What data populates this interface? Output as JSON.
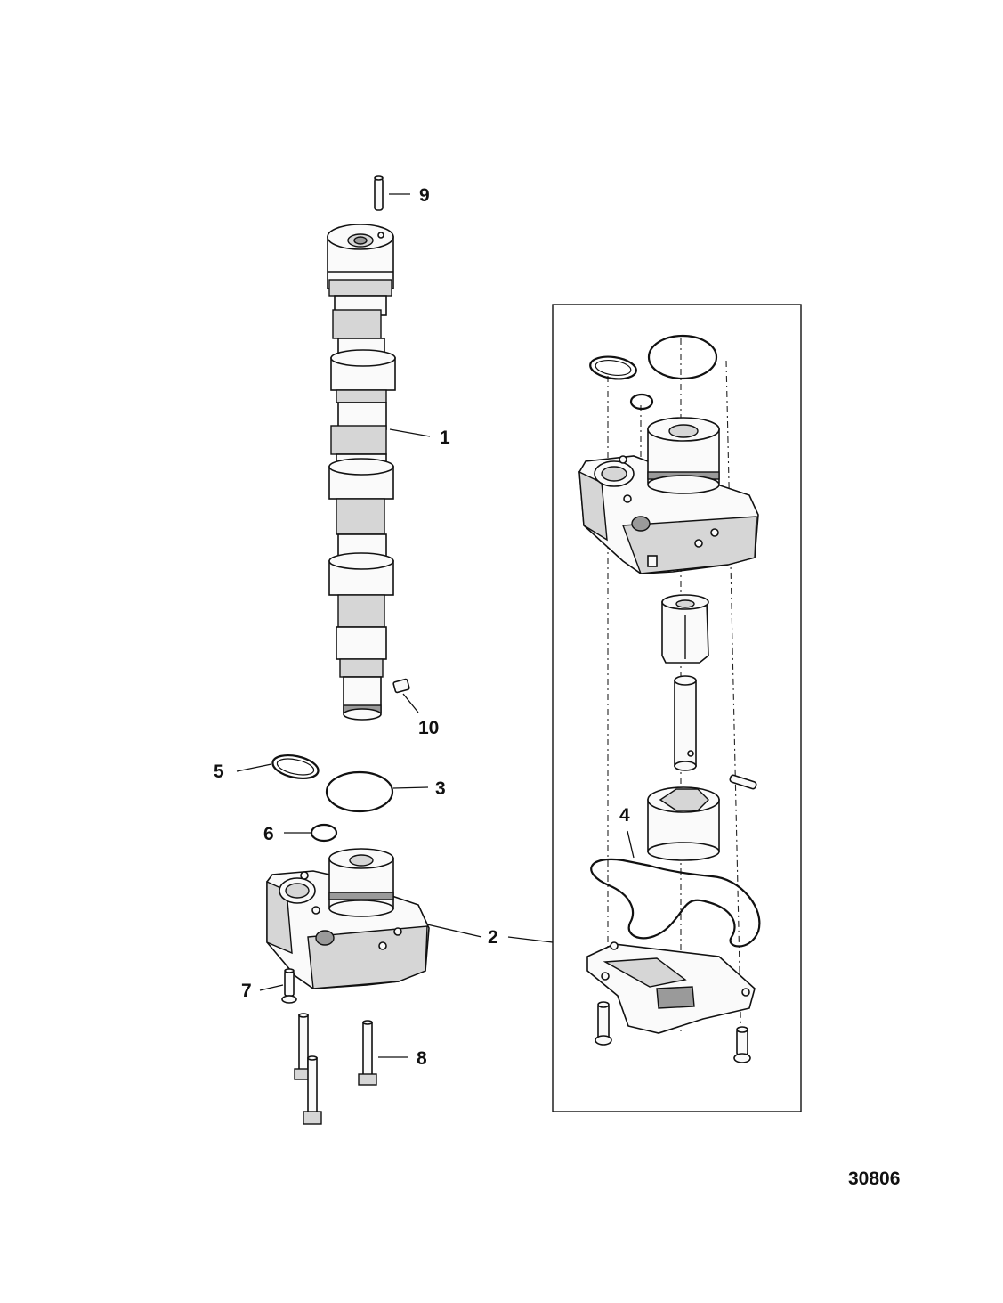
{
  "callouts": {
    "c1": "1",
    "c2": "2",
    "c3": "3",
    "c4": "4",
    "c5": "5",
    "c6": "6",
    "c7": "7",
    "c8": "8",
    "c9": "9",
    "c10": "10"
  },
  "figure_id": "30806"
}
